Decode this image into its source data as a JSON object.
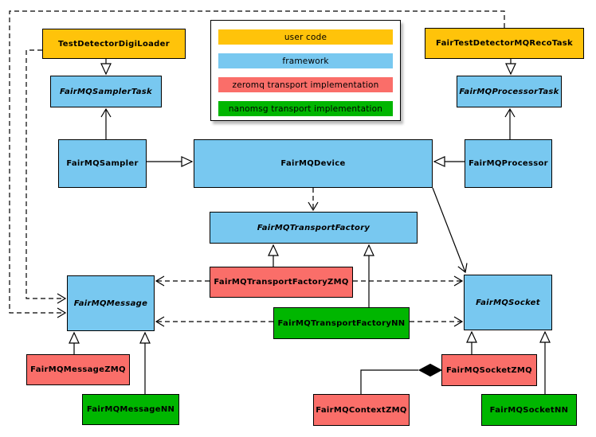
{
  "diagram": {
    "kind": "UML class diagram",
    "subject": "FairMQ framework transport architecture"
  },
  "legend": {
    "items": [
      {
        "label": "user code",
        "color": "#FFC30A"
      },
      {
        "label": "framework",
        "color": "#78C8F0"
      },
      {
        "label": "zeromq transport implementation",
        "color": "#FA6E69"
      },
      {
        "label": "nanomsg transport implementation",
        "color": "#00B600"
      }
    ]
  },
  "nodes": {
    "testDetectorDigiLoader": {
      "label": "TestDetectorDigiLoader",
      "category": "user code",
      "abstract": false
    },
    "fairTestDetectorMQRecoTask": {
      "label": "FairTestDetectorMQRecoTask",
      "category": "user code",
      "abstract": false
    },
    "samplerTask": {
      "label": "FairMQSamplerTask",
      "category": "framework",
      "abstract": true
    },
    "processorTask": {
      "label": "FairMQProcessorTask",
      "category": "framework",
      "abstract": true
    },
    "sampler": {
      "label": "FairMQSampler",
      "category": "framework",
      "abstract": false
    },
    "device": {
      "label": "FairMQDevice",
      "category": "framework",
      "abstract": false
    },
    "processor": {
      "label": "FairMQProcessor",
      "category": "framework",
      "abstract": false
    },
    "transportFactory": {
      "label": "FairMQTransportFactory",
      "category": "framework",
      "abstract": true
    },
    "transportFactoryZMQ": {
      "label": "FairMQTransportFactoryZMQ",
      "category": "zeromq transport implementation",
      "abstract": false
    },
    "transportFactoryNN": {
      "label": "FairMQTransportFactoryNN",
      "category": "nanomsg transport implementation",
      "abstract": false
    },
    "message": {
      "label": "FairMQMessage",
      "category": "framework",
      "abstract": true
    },
    "socket": {
      "label": "FairMQSocket",
      "category": "framework",
      "abstract": true
    },
    "messageZMQ": {
      "label": "FairMQMessageZMQ",
      "category": "zeromq transport implementation",
      "abstract": false
    },
    "messageNN": {
      "label": "FairMQMessageNN",
      "category": "nanomsg transport implementation",
      "abstract": false
    },
    "contextZMQ": {
      "label": "FairMQContextZMQ",
      "category": "zeromq transport implementation",
      "abstract": false
    },
    "socketZMQ": {
      "label": "FairMQSocketZMQ",
      "category": "zeromq transport implementation",
      "abstract": false
    },
    "socketNN": {
      "label": "FairMQSocketNN",
      "category": "nanomsg transport implementation",
      "abstract": false
    }
  },
  "edges": [
    {
      "from": "TestDetectorDigiLoader",
      "to": "FairMQSamplerTask",
      "type": "generalization",
      "line": "solid"
    },
    {
      "from": "FairTestDetectorMQRecoTask",
      "to": "FairMQProcessorTask",
      "type": "generalization",
      "line": "solid"
    },
    {
      "from": "FairMQSampler",
      "to": "FairMQDevice",
      "type": "generalization",
      "line": "solid"
    },
    {
      "from": "FairMQProcessor",
      "to": "FairMQDevice",
      "type": "generalization",
      "line": "solid"
    },
    {
      "from": "FairMQSampler",
      "to": "FairMQSamplerTask",
      "type": "association",
      "line": "solid"
    },
    {
      "from": "FairMQProcessor",
      "to": "FairMQProcessorTask",
      "type": "association",
      "line": "solid"
    },
    {
      "from": "FairMQDevice",
      "to": "FairMQTransportFactory",
      "type": "dependency",
      "line": "dashed"
    },
    {
      "from": "FairMQDevice",
      "to": "FairMQSocket",
      "type": "association",
      "line": "solid"
    },
    {
      "from": "FairMQTransportFactoryZMQ",
      "to": "FairMQTransportFactory",
      "type": "generalization",
      "line": "solid"
    },
    {
      "from": "FairMQTransportFactoryNN",
      "to": "FairMQTransportFactory",
      "type": "generalization",
      "line": "solid"
    },
    {
      "from": "FairMQTransportFactoryZMQ",
      "to": "FairMQMessage",
      "type": "dependency",
      "line": "dashed"
    },
    {
      "from": "FairMQTransportFactoryZMQ",
      "to": "FairMQSocket",
      "type": "dependency",
      "line": "dashed"
    },
    {
      "from": "FairMQTransportFactoryNN",
      "to": "FairMQMessage",
      "type": "dependency",
      "line": "dashed"
    },
    {
      "from": "FairMQTransportFactoryNN",
      "to": "FairMQSocket",
      "type": "dependency",
      "line": "dashed"
    },
    {
      "from": "TestDetectorDigiLoader",
      "to": "FairMQMessage",
      "type": "dependency",
      "line": "dashed"
    },
    {
      "from": "FairTestDetectorMQRecoTask",
      "to": "FairMQMessage",
      "type": "dependency",
      "line": "dashed"
    },
    {
      "from": "FairMQMessageZMQ",
      "to": "FairMQMessage",
      "type": "generalization",
      "line": "solid"
    },
    {
      "from": "FairMQMessageNN",
      "to": "FairMQMessage",
      "type": "generalization",
      "line": "solid"
    },
    {
      "from": "FairMQSocketZMQ",
      "to": "FairMQSocket",
      "type": "generalization",
      "line": "solid"
    },
    {
      "from": "FairMQSocketNN",
      "to": "FairMQSocket",
      "type": "generalization",
      "line": "solid"
    },
    {
      "from": "FairMQSocketZMQ",
      "to": "FairMQContextZMQ",
      "type": "composition",
      "line": "solid"
    }
  ]
}
